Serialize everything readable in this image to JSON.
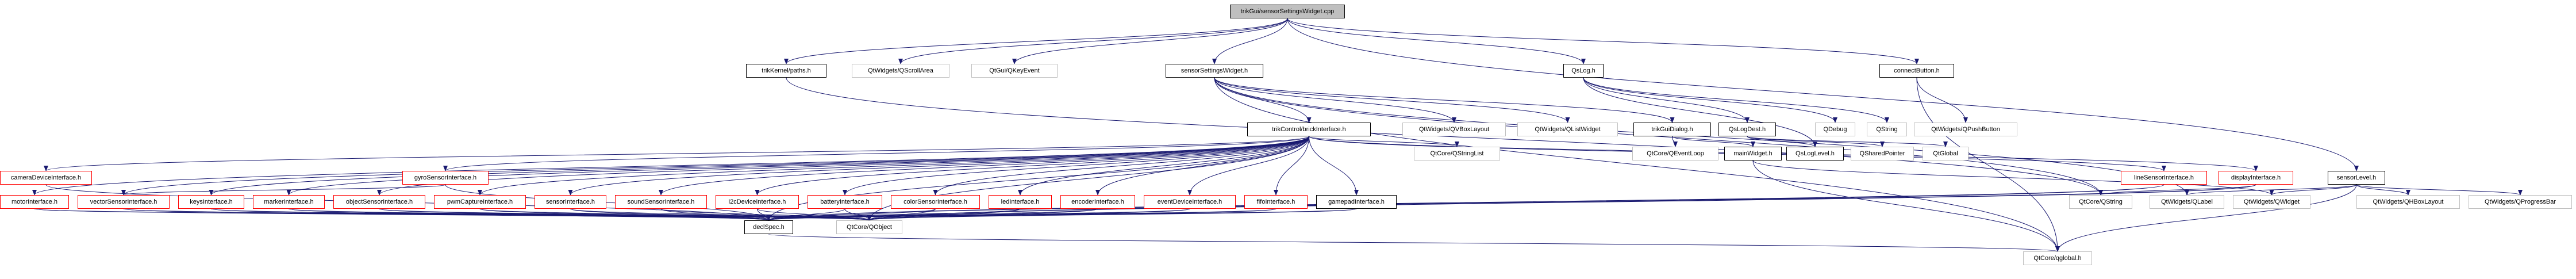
{
  "colors": {
    "edge": "#191970",
    "root_fill": "#bfbfbf",
    "normal_border": "#bfbfbf",
    "documented_border": "#000000",
    "truncated_border": "#ff0000"
  },
  "nodes": [
    {
      "id": "root",
      "label": "trikGui/sensorSettingsWidget.cpp",
      "style": "root"
    },
    {
      "id": "trikKernelPaths",
      "label": "trikKernel/paths.h",
      "style": "black"
    },
    {
      "id": "qscroll",
      "label": "QtWidgets/QScrollArea",
      "style": "normal"
    },
    {
      "id": "qkeyevent",
      "label": "QtGui/QKeyEvent",
      "style": "normal"
    },
    {
      "id": "ssw",
      "label": "sensorSettingsWidget.h",
      "style": "black"
    },
    {
      "id": "qslog",
      "label": "QsLog.h",
      "style": "black"
    },
    {
      "id": "connectButton",
      "label": "connectButton.h",
      "style": "black"
    },
    {
      "id": "brickInterface",
      "label": "trikControl/brickInterface.h",
      "style": "black"
    },
    {
      "id": "qvbox",
      "label": "QtWidgets/QVBoxLayout",
      "style": "normal"
    },
    {
      "id": "qlistwidget",
      "label": "QtWidgets/QListWidget",
      "style": "normal"
    },
    {
      "id": "trikGuiDialog",
      "label": "trikGuiDialog.h",
      "style": "black"
    },
    {
      "id": "qsLogDest",
      "label": "QsLogDest.h",
      "style": "black"
    },
    {
      "id": "qdebug",
      "label": "QDebug",
      "style": "normal"
    },
    {
      "id": "qstringqs",
      "label": "QString",
      "style": "normal"
    },
    {
      "id": "qpush",
      "label": "QtWidgets/QPushButton",
      "style": "normal"
    },
    {
      "id": "qstringlist",
      "label": "QtCore/QStringList",
      "style": "normal"
    },
    {
      "id": "qeventloop",
      "label": "QtCore/QEventLoop",
      "style": "normal"
    },
    {
      "id": "mainWidget",
      "label": "mainWidget.h",
      "style": "black"
    },
    {
      "id": "qsLogLevel",
      "label": "QsLogLevel.h",
      "style": "black"
    },
    {
      "id": "qshared",
      "label": "QSharedPointer",
      "style": "normal"
    },
    {
      "id": "qglobalqs",
      "label": "QtGlobal",
      "style": "normal"
    },
    {
      "id": "cameraDevice",
      "label": "cameraDeviceInterface.h",
      "style": "red"
    },
    {
      "id": "gyroSensor",
      "label": "gyroSensorInterface.h",
      "style": "red"
    },
    {
      "id": "lineSensor",
      "label": "lineSensorInterface.h",
      "style": "red"
    },
    {
      "id": "displayInterface",
      "label": "displayInterface.h",
      "style": "red"
    },
    {
      "id": "sensorLevel",
      "label": "sensorLevel.h",
      "style": "black"
    },
    {
      "id": "motorInterface",
      "label": "motorInterface.h",
      "style": "red"
    },
    {
      "id": "vectorSensor",
      "label": "vectorSensorInterface.h",
      "style": "red"
    },
    {
      "id": "keysInterface",
      "label": "keysInterface.h",
      "style": "red"
    },
    {
      "id": "markerInterface",
      "label": "markerInterface.h",
      "style": "red"
    },
    {
      "id": "objectSensor",
      "label": "objectSensorInterface.h",
      "style": "red"
    },
    {
      "id": "pwmCapture",
      "label": "pwmCaptureInterface.h",
      "style": "red"
    },
    {
      "id": "sensorInterface",
      "label": "sensorInterface.h",
      "style": "red"
    },
    {
      "id": "soundSensor",
      "label": "soundSensorInterface.h",
      "style": "red"
    },
    {
      "id": "i2cDevice",
      "label": "i2cDeviceInterface.h",
      "style": "red"
    },
    {
      "id": "battery",
      "label": "batteryInterface.h",
      "style": "red"
    },
    {
      "id": "colorSensor",
      "label": "colorSensorInterface.h",
      "style": "red"
    },
    {
      "id": "ledInterface",
      "label": "ledInterface.h",
      "style": "red"
    },
    {
      "id": "encoder",
      "label": "encoderInterface.h",
      "style": "red"
    },
    {
      "id": "eventDevice",
      "label": "eventDeviceInterface.h",
      "style": "red"
    },
    {
      "id": "fifo",
      "label": "fifoInterface.h",
      "style": "red"
    },
    {
      "id": "gamepad",
      "label": "gamepadInterface.h",
      "style": "black"
    },
    {
      "id": "qstring",
      "label": "QtCore/QString",
      "style": "normal"
    },
    {
      "id": "qlabel",
      "label": "QtWidgets/QLabel",
      "style": "normal"
    },
    {
      "id": "qwidget",
      "label": "QtWidgets/QWidget",
      "style": "normal"
    },
    {
      "id": "qhbox",
      "label": "QtWidgets/QHBoxLayout",
      "style": "normal"
    },
    {
      "id": "qprogress",
      "label": "QtWidgets/QProgressBar",
      "style": "normal"
    },
    {
      "id": "declSpec",
      "label": "declSpec.h",
      "style": "black"
    },
    {
      "id": "qobject",
      "label": "QtCore/QObject",
      "style": "normal"
    },
    {
      "id": "qglobal",
      "label": "QtCore/qglobal.h",
      "style": "normal"
    }
  ],
  "edges": [
    [
      "root",
      "trikKernelPaths"
    ],
    [
      "root",
      "qscroll"
    ],
    [
      "root",
      "qkeyevent"
    ],
    [
      "root",
      "ssw"
    ],
    [
      "root",
      "qslog"
    ],
    [
      "root",
      "connectButton"
    ],
    [
      "root",
      "sensorLevel"
    ],
    [
      "trikKernelPaths",
      "qstring"
    ],
    [
      "ssw",
      "brickInterface"
    ],
    [
      "ssw",
      "qvbox"
    ],
    [
      "ssw",
      "qlistwidget"
    ],
    [
      "ssw",
      "trikGuiDialog"
    ],
    [
      "ssw",
      "qstring"
    ],
    [
      "ssw",
      "qlabel"
    ],
    [
      "ssw",
      "qglobal"
    ],
    [
      "qslog",
      "qsLogDest"
    ],
    [
      "qslog",
      "qsLogLevel"
    ],
    [
      "qslog",
      "qdebug"
    ],
    [
      "qslog",
      "qstringqs"
    ],
    [
      "qsLogDest",
      "qsLogLevel"
    ],
    [
      "qsLogDest",
      "qshared"
    ],
    [
      "qsLogDest",
      "qglobalqs"
    ],
    [
      "connectButton",
      "qpush"
    ],
    [
      "connectButton",
      "qglobal"
    ],
    [
      "trikGuiDialog",
      "qeventloop"
    ],
    [
      "trikGuiDialog",
      "mainWidget"
    ],
    [
      "mainWidget",
      "qwidget"
    ],
    [
      "mainWidget",
      "qglobal"
    ],
    [
      "sensorLevel",
      "qwidget"
    ],
    [
      "sensorLevel",
      "qlabel"
    ],
    [
      "sensorLevel",
      "qhbox"
    ],
    [
      "sensorLevel",
      "qprogress"
    ],
    [
      "sensorLevel",
      "qglobal"
    ],
    [
      "brickInterface",
      "cameraDevice"
    ],
    [
      "brickInterface",
      "gyroSensor"
    ],
    [
      "brickInterface",
      "lineSensor"
    ],
    [
      "brickInterface",
      "displayInterface"
    ],
    [
      "brickInterface",
      "motorInterface"
    ],
    [
      "brickInterface",
      "vectorSensor"
    ],
    [
      "brickInterface",
      "keysInterface"
    ],
    [
      "brickInterface",
      "markerInterface"
    ],
    [
      "brickInterface",
      "objectSensor"
    ],
    [
      "brickInterface",
      "pwmCapture"
    ],
    [
      "brickInterface",
      "sensorInterface"
    ],
    [
      "brickInterface",
      "soundSensor"
    ],
    [
      "brickInterface",
      "i2cDevice"
    ],
    [
      "brickInterface",
      "battery"
    ],
    [
      "brickInterface",
      "colorSensor"
    ],
    [
      "brickInterface",
      "ledInterface"
    ],
    [
      "brickInterface",
      "encoder"
    ],
    [
      "brickInterface",
      "eventDevice"
    ],
    [
      "brickInterface",
      "fifo"
    ],
    [
      "brickInterface",
      "gamepad"
    ],
    [
      "brickInterface",
      "qstringlist"
    ],
    [
      "brickInterface",
      "declSpec"
    ],
    [
      "brickInterface",
      "qobject"
    ],
    [
      "cameraDevice",
      "declSpec"
    ],
    [
      "gyroSensor",
      "vectorSensor"
    ],
    [
      "gyroSensor",
      "declSpec"
    ],
    [
      "lineSensor",
      "qobject"
    ],
    [
      "lineSensor",
      "declSpec"
    ],
    [
      "displayInterface",
      "qobject"
    ],
    [
      "displayInterface",
      "declSpec"
    ],
    [
      "displayInterface",
      "qstring"
    ],
    [
      "motorInterface",
      "declSpec"
    ],
    [
      "motorInterface",
      "qobject"
    ],
    [
      "vectorSensor",
      "declSpec"
    ],
    [
      "vectorSensor",
      "qobject"
    ],
    [
      "keysInterface",
      "declSpec"
    ],
    [
      "keysInterface",
      "qobject"
    ],
    [
      "markerInterface",
      "declSpec"
    ],
    [
      "markerInterface",
      "qobject"
    ],
    [
      "objectSensor",
      "declSpec"
    ],
    [
      "objectSensor",
      "qobject"
    ],
    [
      "pwmCapture",
      "declSpec"
    ],
    [
      "pwmCapture",
      "qobject"
    ],
    [
      "sensorInterface",
      "declSpec"
    ],
    [
      "sensorInterface",
      "qobject"
    ],
    [
      "soundSensor",
      "declSpec"
    ],
    [
      "soundSensor",
      "qobject"
    ],
    [
      "i2cDevice",
      "declSpec"
    ],
    [
      "i2cDevice",
      "qobject"
    ],
    [
      "battery",
      "declSpec"
    ],
    [
      "battery",
      "qobject"
    ],
    [
      "colorSensor",
      "declSpec"
    ],
    [
      "colorSensor",
      "qobject"
    ],
    [
      "ledInterface",
      "declSpec"
    ],
    [
      "ledInterface",
      "qobject"
    ],
    [
      "encoder",
      "declSpec"
    ],
    [
      "encoder",
      "qobject"
    ],
    [
      "eventDevice",
      "declSpec"
    ],
    [
      "eventDevice",
      "qobject"
    ],
    [
      "fifo",
      "declSpec"
    ],
    [
      "fifo",
      "qobject"
    ],
    [
      "gamepad",
      "declSpec"
    ],
    [
      "gamepad",
      "qobject"
    ],
    [
      "declSpec",
      "qglobal"
    ]
  ]
}
